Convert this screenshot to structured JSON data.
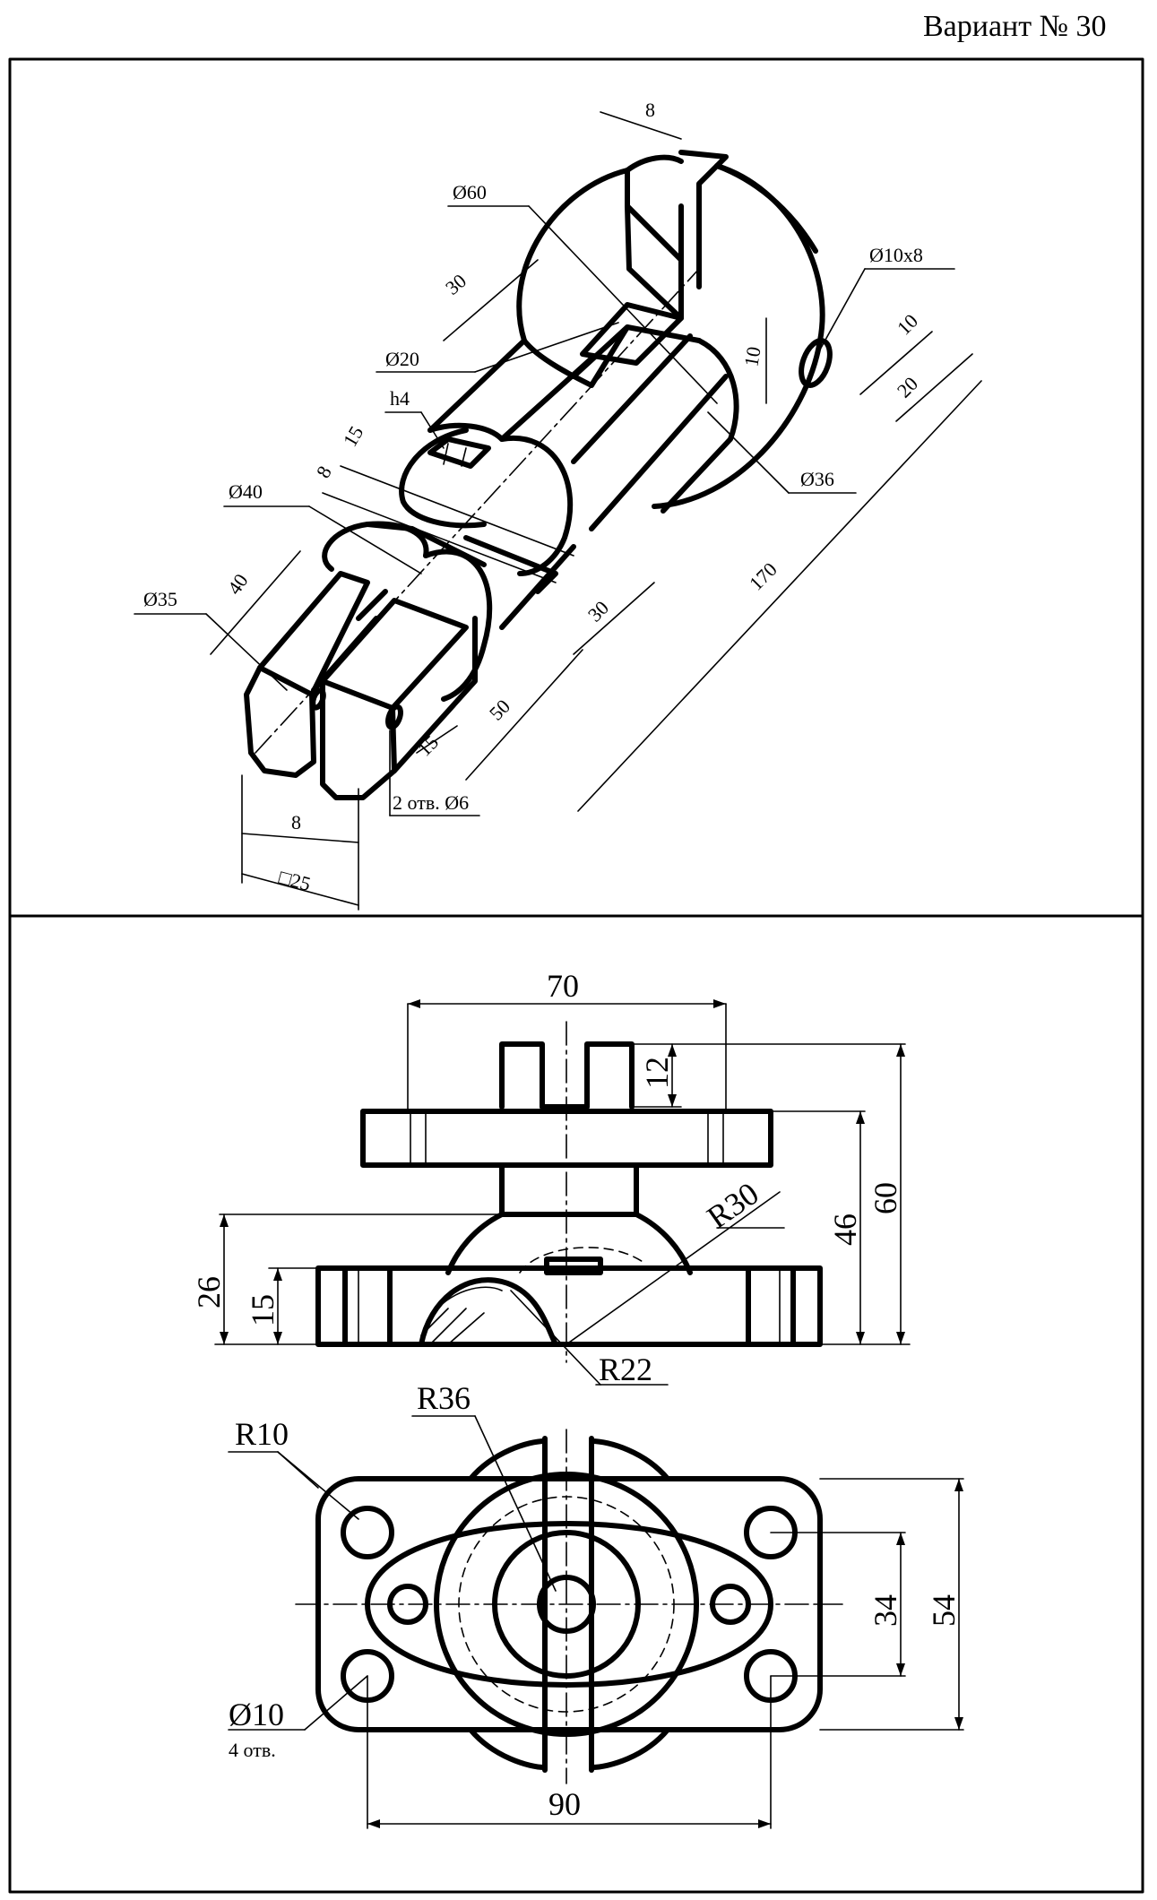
{
  "title": "Вариант № 30",
  "iso_view": {
    "labels": {
      "d60": "Ø60",
      "d20": "Ø20",
      "d40": "Ø40",
      "d35": "Ø35",
      "d36": "Ø36",
      "d10x8": "Ø10x8",
      "h4": "h4",
      "len8_top": "8",
      "len30_top": "30",
      "len10_a": "10",
      "len10_b": "10",
      "len20": "20",
      "len170": "170",
      "len15_a": "15",
      "len8_b": "8",
      "len40": "40",
      "len30_b": "30",
      "len50": "50",
      "len15_b": "15",
      "holes": "2 отв. Ø6",
      "len8_c": "8",
      "sq25": "□25"
    }
  },
  "front_view": {
    "labels": {
      "d70": "70",
      "d12": "12",
      "d60": "60",
      "d46": "46",
      "d26": "26",
      "d15": "15",
      "r30": "R30",
      "r22": "R22"
    }
  },
  "top_view": {
    "labels": {
      "r10": "R10",
      "r36": "R36",
      "d34": "34",
      "d54": "54",
      "d10": "Ø10",
      "holes4": "4 отв.",
      "d90": "90"
    }
  }
}
